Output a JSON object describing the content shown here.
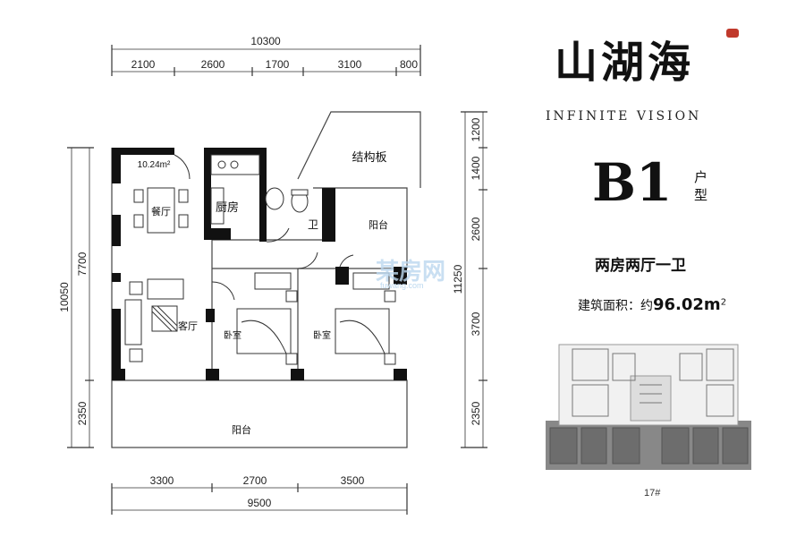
{
  "brand": {
    "logo": "山湖海",
    "tagline": "INFINITE VISION"
  },
  "unit": {
    "type_code": "B1",
    "type_suffix_line1": "户",
    "type_suffix_line2": "型",
    "layout": "两房两厅一卫",
    "area_label": "建筑面积：约",
    "area_value": "96.02m",
    "area_unit_sup": "2"
  },
  "watermark": {
    "text": "某房网",
    "sub": "fuwang.com"
  },
  "plan": {
    "dims_top_total": "10300",
    "dims_top": [
      "2100",
      "2600",
      "1700",
      "3100",
      "800"
    ],
    "dims_bottom": [
      "3300",
      "2700",
      "3500"
    ],
    "dims_bottom_total": "9500",
    "dims_left_total": "10050",
    "dims_left": [
      "7700",
      "2350"
    ],
    "dims_right_total": "11250",
    "dims_right": [
      "1200",
      "1400",
      "2600",
      "3700",
      "2350"
    ],
    "rooms": {
      "structural_slab": "结构板",
      "dining": "餐厅",
      "kitchen": "厨房",
      "bath": "卫",
      "balcony_small": "阳台",
      "living": "客厅",
      "bedroom1": "卧室",
      "bedroom2": "卧室",
      "balcony_main": "阳台",
      "area_note": "10.24m²"
    }
  },
  "keyplan": {
    "building_label": "17#"
  }
}
